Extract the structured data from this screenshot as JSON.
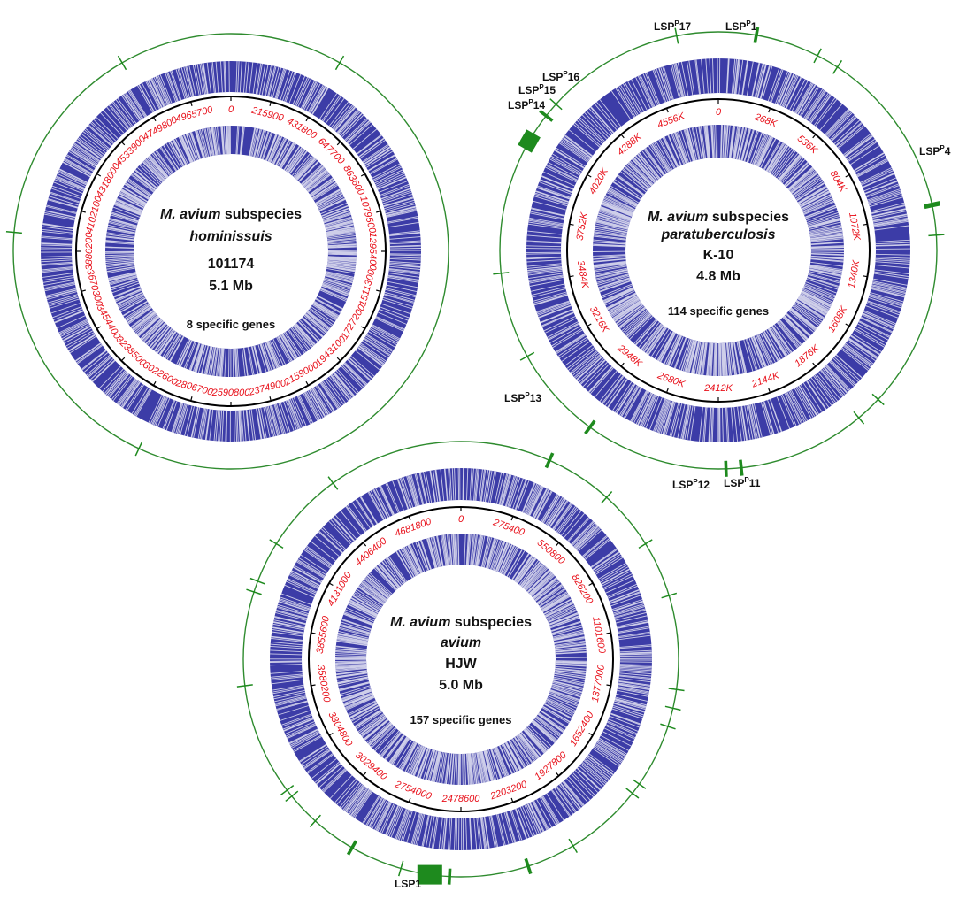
{
  "colors": {
    "outer_ring": "#2e8b2e",
    "specific_gene": "#1e8a1e",
    "gene_band": "#2b2ba0",
    "backbone": "#000000",
    "coordinate_label": "#e8101a",
    "text": "#111111"
  },
  "genomes": [
    {
      "id": "hominissuis",
      "title_italic": "M. avium",
      "title_rest": " subspecies",
      "subspecies": "hominissuis",
      "strain": "101174",
      "size": "5.1 Mb",
      "specific_genes": "8 specific genes",
      "coordinates": [
        "0",
        "215900",
        "431800",
        "647700",
        "863600",
        "1079500",
        "1295400",
        "1511300",
        "1727200",
        "1943100",
        "2159000",
        "2374900",
        "2590800",
        "2806700",
        "3022600",
        "3238500",
        "3454400",
        "3670300",
        "3886200",
        "4102100",
        "4318000",
        "4533900",
        "4749800",
        "4965700"
      ],
      "specific_marks": [
        {
          "angle": 330,
          "weight": 1
        },
        {
          "angle": 275,
          "weight": 1
        },
        {
          "angle": 205,
          "weight": 1
        },
        {
          "angle": 30,
          "weight": 1
        }
      ],
      "lsp_labels": []
    },
    {
      "id": "paratuberculosis",
      "title_italic": "M. avium",
      "title_rest": " subspecies",
      "subspecies": "paratuberculosis",
      "strain": "K-10",
      "size": "4.8 Mb",
      "specific_genes": "114 specific genes",
      "coordinates": [
        "0",
        "268K",
        "536K",
        "804K",
        "1072K",
        "1340K",
        "1608K",
        "1876K",
        "2144K",
        "2412K",
        "2680K",
        "2948K",
        "3216K",
        "3484K",
        "3752K",
        "4020K",
        "4288K",
        "4556K"
      ],
      "specific_marks": [
        {
          "angle": 10,
          "weight": 2
        },
        {
          "angle": 349,
          "weight": 1
        },
        {
          "angle": 27,
          "weight": 1
        },
        {
          "angle": 33,
          "weight": 1
        },
        {
          "angle": 78,
          "weight": 3
        },
        {
          "angle": 86,
          "weight": 1
        },
        {
          "angle": 133,
          "weight": 1
        },
        {
          "angle": 140,
          "weight": 1
        },
        {
          "angle": 174,
          "weight": 2
        },
        {
          "angle": 178,
          "weight": 2
        },
        {
          "angle": 216,
          "weight": 2
        },
        {
          "angle": 241,
          "weight": 1
        },
        {
          "angle": 264,
          "weight": 1
        },
        {
          "angle": 300,
          "weight": 5
        },
        {
          "angle": 308,
          "weight": 2
        },
        {
          "angle": 312,
          "weight": 1
        }
      ],
      "lsp_labels": [
        {
          "base": "LSP",
          "sup": "P",
          "num": "17"
        },
        {
          "base": "LSP",
          "sup": "P",
          "num": "1"
        },
        {
          "base": "LSP",
          "sup": "P",
          "num": "16"
        },
        {
          "base": "LSP",
          "sup": "P",
          "num": "15"
        },
        {
          "base": "LSP",
          "sup": "P",
          "num": "14"
        },
        {
          "base": "LSP",
          "sup": "P",
          "num": "4"
        },
        {
          "base": "LSP",
          "sup": "P",
          "num": "13"
        },
        {
          "base": "LSP",
          "sup": "P",
          "num": "12"
        },
        {
          "base": "LSP",
          "sup": "P",
          "num": "11"
        }
      ]
    },
    {
      "id": "avium",
      "title_italic": "M. avium",
      "title_rest": " subspecies",
      "subspecies": "avium",
      "strain": "HJW",
      "size": "5.0 Mb",
      "specific_genes": "157 specific genes",
      "coordinates": [
        "0",
        "275400",
        "550800",
        "826200",
        "1101600",
        "1377000",
        "1652400",
        "1927800",
        "2203200",
        "2478600",
        "2754000",
        "3029400",
        "3304800",
        "3580200",
        "3855600",
        "4131000",
        "4406400",
        "4681800"
      ],
      "specific_marks": [
        {
          "angle": 24,
          "weight": 2
        },
        {
          "angle": 42,
          "weight": 1
        },
        {
          "angle": 58,
          "weight": 1
        },
        {
          "angle": 73,
          "weight": 1
        },
        {
          "angle": 98,
          "weight": 1
        },
        {
          "angle": 103,
          "weight": 1
        },
        {
          "angle": 108,
          "weight": 1
        },
        {
          "angle": 125,
          "weight": 1
        },
        {
          "angle": 128,
          "weight": 1
        },
        {
          "angle": 149,
          "weight": 1
        },
        {
          "angle": 162,
          "weight": 2
        },
        {
          "angle": 183,
          "weight": 2
        },
        {
          "angle": 188,
          "weight": 6
        },
        {
          "angle": 196,
          "weight": 1
        },
        {
          "angle": 210,
          "weight": 2
        },
        {
          "angle": 222,
          "weight": 1
        },
        {
          "angle": 231,
          "weight": 1
        },
        {
          "angle": 233,
          "weight": 1
        },
        {
          "angle": 263,
          "weight": 1
        },
        {
          "angle": 288,
          "weight": 1
        },
        {
          "angle": 291,
          "weight": 1
        },
        {
          "angle": 302,
          "weight": 1
        },
        {
          "angle": 324,
          "weight": 1
        }
      ],
      "lsp_labels": [
        {
          "base": "LSP",
          "sup": "",
          "num": "1"
        }
      ]
    }
  ]
}
